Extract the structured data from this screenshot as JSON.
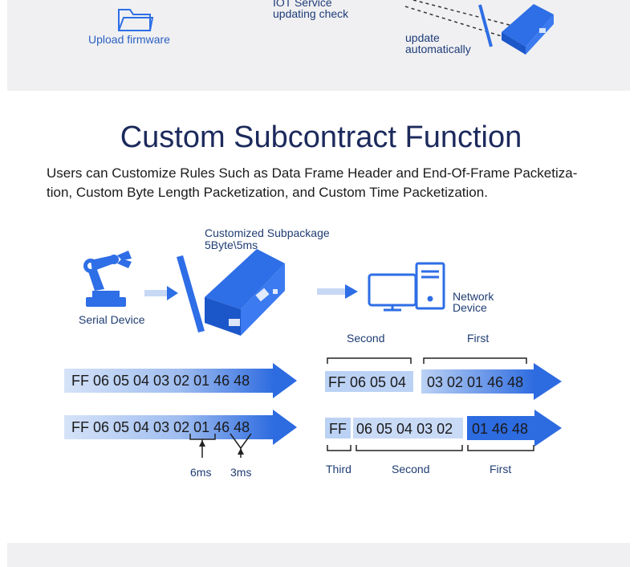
{
  "top": {
    "upload_label": "Upload firmware",
    "iot_line1": "IOT Service",
    "iot_line2": "updating check",
    "update_line1": "update",
    "update_line2": "automatically"
  },
  "section": {
    "title": "Custom Subcontract Function",
    "desc_line1": "Users can Customize Rules Such as Data Frame Header and End-Of-Frame Packetiza-",
    "desc_line2": "tion, Custom Byte Length Packetization, and Custom Time Packetization."
  },
  "diagram": {
    "subpackage_line1": "Customized Subpackage",
    "subpackage_line2": "5Byte\\5ms",
    "serial_device": "Serial Device",
    "network_line1": "Network",
    "network_line2": "Device",
    "row1": {
      "input_bytes": "FF 06 05 04 03 02 01 46 48",
      "pkt_second": "FF 06 05 04",
      "pkt_first": "03 02 01 46 48",
      "label_second": "Second",
      "label_first": "First"
    },
    "row2": {
      "input_bytes": "FF 06 05 04 03 02 01 46 48",
      "pkt_third": "FF",
      "pkt_second": "06 05 04 03 02",
      "pkt_first": "01 46 48",
      "label_third": "Third",
      "label_second": "Second",
      "label_first": "First",
      "gap_6ms": "6ms",
      "gap_3ms": "3ms"
    }
  },
  "colors": {
    "arrow_light": "#c7d8f5",
    "arrow_dark": "#2d6be0",
    "brand_blue": "#2e6ee6",
    "title": "#1c2a5c"
  }
}
